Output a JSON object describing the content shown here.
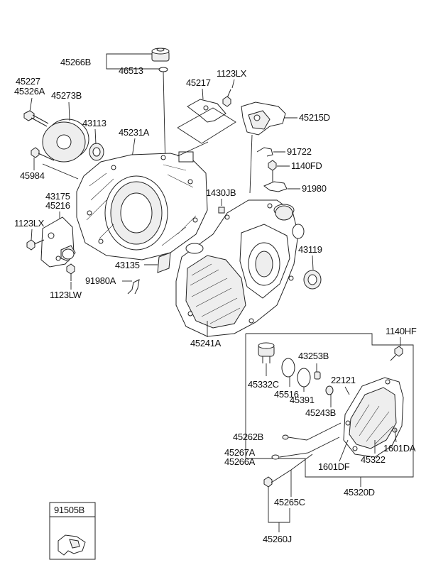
{
  "labels": {
    "p45266B": "45266B",
    "p46513": "46513",
    "p45227": "45227",
    "p45326A": "45326A",
    "p45273B": "45273B",
    "p43113": "43113",
    "p45231A": "45231A",
    "p45984": "45984",
    "p43175": "43175",
    "p45216": "45216",
    "p1123LX_left": "1123LX",
    "p1123LW": "1123LW",
    "p43135": "43135",
    "p91980A": "91980A",
    "p1123LX_top": "1123LX",
    "p45217": "45217",
    "p45215D": "45215D",
    "p91722": "91722",
    "p1140FD": "1140FD",
    "p91980": "91980",
    "p1430JB": "1430JB",
    "p43119": "43119",
    "p45241A": "45241A",
    "p1140HF": "1140HF",
    "p43253B": "43253B",
    "p45332C": "45332C",
    "p45516": "45516",
    "p45391": "45391",
    "p22121": "22121",
    "p45243B": "45243B",
    "p45262B": "45262B",
    "p45267A": "45267A",
    "p45266A": "45266A",
    "p1601DA": "1601DA",
    "p45322": "45322",
    "p1601DF": "1601DF",
    "p45320D": "45320D",
    "p45265C": "45265C",
    "p45260J": "45260J",
    "p91505B": "91505B"
  }
}
